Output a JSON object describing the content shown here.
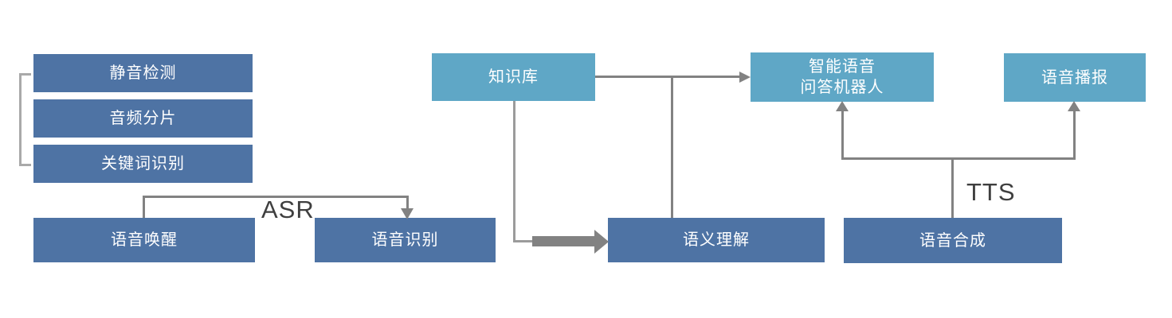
{
  "colors": {
    "node_dark": "#4e73a4",
    "node_light": "#5fa7c6",
    "line_gray": "#828282",
    "stem_gray": "#9b9b9b",
    "bracket_gray": "#a9a9a9",
    "label_text": "#3f3f3f",
    "node_text": "#ffffff",
    "background": "#ffffff"
  },
  "nodes": {
    "silence_detection": {
      "label": "静音检测"
    },
    "audio_slicing": {
      "label": "音频分片"
    },
    "keyword_recognition": {
      "label": "关键词识别"
    },
    "voice_wake": {
      "label": "语音唤醒"
    },
    "speech_recognition": {
      "label": "语音识别"
    },
    "knowledge_base": {
      "label": "知识库"
    },
    "qa_robot": {
      "label_line1": "智能语音",
      "label_line2": "问答机器人"
    },
    "voice_broadcast": {
      "label": "语音播报"
    },
    "semantic_understanding": {
      "label": "语义理解"
    },
    "speech_synthesis": {
      "label": "语音合成"
    }
  },
  "edge_labels": {
    "asr": "ASR",
    "tts": "TTS"
  }
}
